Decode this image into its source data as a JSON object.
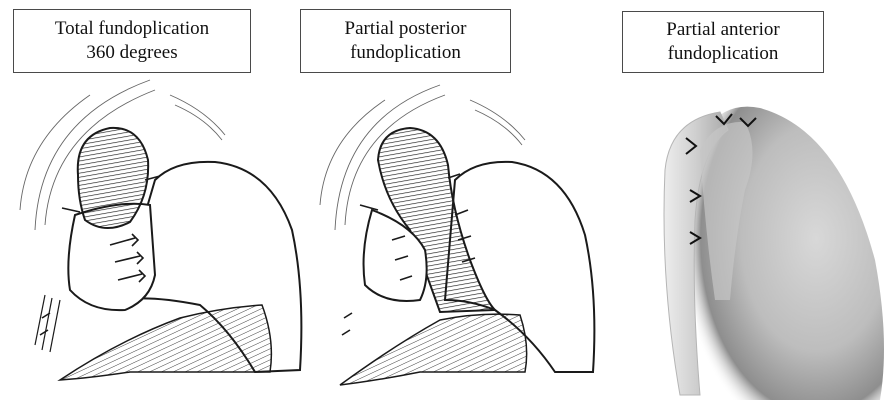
{
  "panels": [
    {
      "id": "total",
      "title_line1": "Total fundoplication",
      "title_line2": "360 degrees"
    },
    {
      "id": "posterior",
      "title_line1": "Partial posterior",
      "title_line2": "fundoplication"
    },
    {
      "id": "anterior",
      "title_line1": "Partial anterior",
      "title_line2": "fundoplication"
    }
  ],
  "colors": {
    "ink": "#1a1a1a",
    "box_border": "#4a4a4a",
    "shading": "#9a9a9a"
  }
}
